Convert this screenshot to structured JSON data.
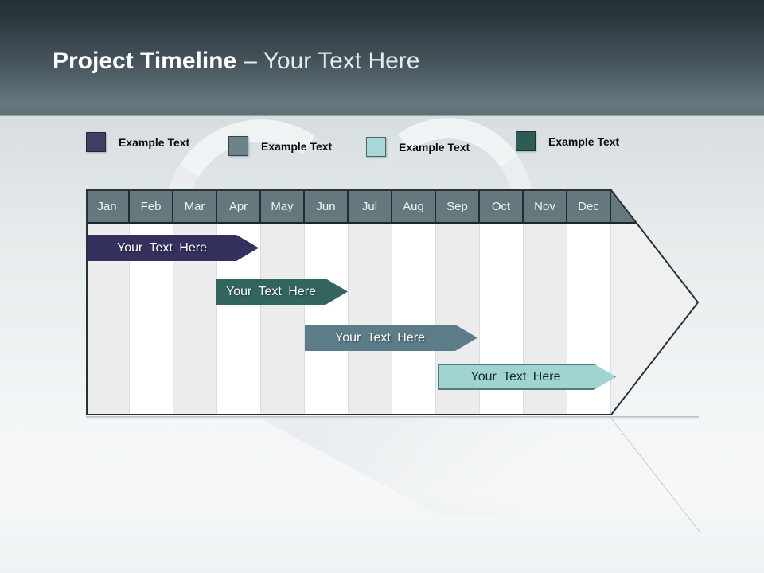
{
  "slide": {
    "title_bold": "Project Timeline",
    "title_light": "– Your Text Here"
  },
  "legend": {
    "items": [
      {
        "label": "Example Text",
        "color": "#3e3e66"
      },
      {
        "label": "Example Text",
        "color": "#6c8288"
      },
      {
        "label": "Example Text",
        "color": "#a7d7d6"
      },
      {
        "label": "Example Text",
        "color": "#2f5b55"
      }
    ]
  },
  "timeline": {
    "months": [
      "Jan",
      "Feb",
      "Mar",
      "Apr",
      "May",
      "Jun",
      "Jul",
      "Aug",
      "Sep",
      "Oct",
      "Nov",
      "Dec"
    ],
    "header_color": "#64787e",
    "bars": [
      {
        "label": "Your Text Here",
        "color": "#34315f",
        "text_color": "#ffffff"
      },
      {
        "label": "Your Text Here",
        "color": "#33655f",
        "text_color": "#ffffff"
      },
      {
        "label": "Your Text Here",
        "color": "#5d7c89",
        "text_color": "#ffffff"
      },
      {
        "label": "Your Text Here",
        "color": "#a2d3d3",
        "text_color": "#13282a"
      }
    ]
  },
  "chart_data": {
    "type": "bar",
    "variant": "gantt-timeline",
    "title": "Project Timeline – Your Text Here",
    "x_categories": [
      "Jan",
      "Feb",
      "Mar",
      "Apr",
      "May",
      "Jun",
      "Jul",
      "Aug",
      "Sep",
      "Oct",
      "Nov",
      "Dec"
    ],
    "x_range_months": [
      0,
      12
    ],
    "grid": "vertical-month-stripes",
    "legend_position": "top",
    "legend_labels": [
      "Example Text",
      "Example Text",
      "Example Text",
      "Example Text"
    ],
    "legend_colors": [
      "#3e3e66",
      "#6c8288",
      "#a7d7d6",
      "#2f5b55"
    ],
    "series": [
      {
        "label": "Your Text Here",
        "row": 1,
        "start_month": 0.0,
        "end_month": 3.9,
        "color": "#34315f"
      },
      {
        "label": "Your Text Here",
        "row": 2,
        "start_month": 3.0,
        "end_month": 6.0,
        "color": "#33655f"
      },
      {
        "label": "Your Text Here",
        "row": 3,
        "start_month": 5.0,
        "end_month": 9.0,
        "color": "#5d7c89"
      },
      {
        "label": "Your Text Here",
        "row": 4,
        "start_month": 8.0,
        "end_month": 12.1,
        "color": "#a2d3d3"
      }
    ]
  }
}
